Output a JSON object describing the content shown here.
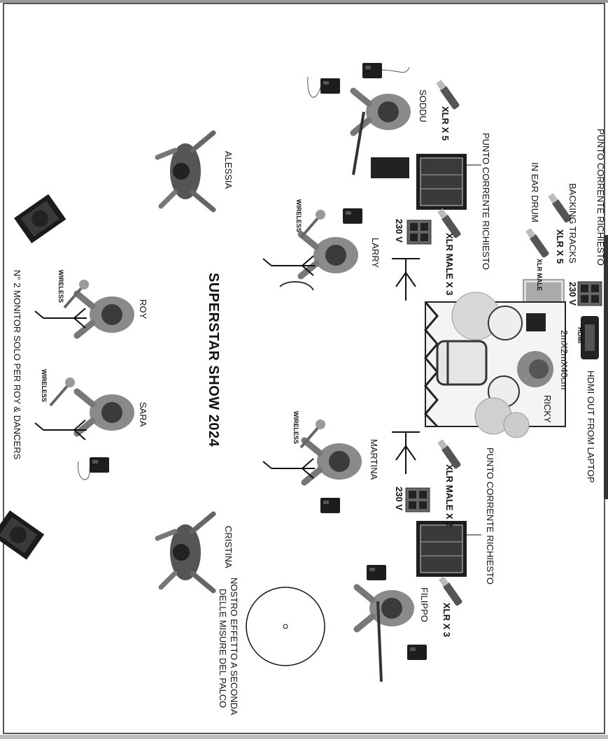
{
  "title": "SUPERSTAR SHOW 2024",
  "musicians": {
    "soddu": "SODDU",
    "larry": "LARRY",
    "ricky": "RICKY",
    "martina": "MARTINA",
    "filippo": "FILIPPO"
  },
  "singers": {
    "roy": "ROY",
    "sara": "SARA"
  },
  "dancers": {
    "alessia": "ALESSIA",
    "cristina": "CRISTINA"
  },
  "power": {
    "punto_top": "PUNTO CORRENTE RICHIESTO",
    "punto_soddu": "PUNTO CORRENTE RICHIESTO",
    "punto_filippo": "PUNTO CORRENTE RICHIESTO",
    "v230_laptop": "230 V",
    "v230_larry": "230 V",
    "v230_martina": "230 V"
  },
  "inputs": {
    "backing_tracks": "BACKING TRACKS",
    "in_ear_drum": "IN EAR DRUM",
    "xlr_x5_backing": "XLR   X 5",
    "xlr_male": "XLR MALE",
    "soddu_xlr": "XLR X 5",
    "larry_xlr": "XLR MALE X 3",
    "martina_xlr": "XLR MALE X 2",
    "filippo_xlr": "XLR X 3"
  },
  "video": {
    "hdmi": "HDMI",
    "hdmi_size": "2mX2mX40cm",
    "hdmi_out": "HDMI OUT FROM LAPTOP"
  },
  "mics": {
    "wireless_larry": "WIRELESS",
    "wireless_roy": "WIRELESS",
    "wireless_sara": "WIRELESS",
    "wireless_martina": "WIRELESS"
  },
  "monitors": "N° 2 MONITOR SOLO PER ROY & DANCERS",
  "effect": {
    "line1": "NOSTRO EFFETTO A SECONDA",
    "line2": "DELLE MISURE DEL PALCO"
  },
  "colors": {
    "frame": "#555555",
    "ink": "#111111",
    "equipment": "#2b2b2b",
    "figure": "#777777"
  }
}
